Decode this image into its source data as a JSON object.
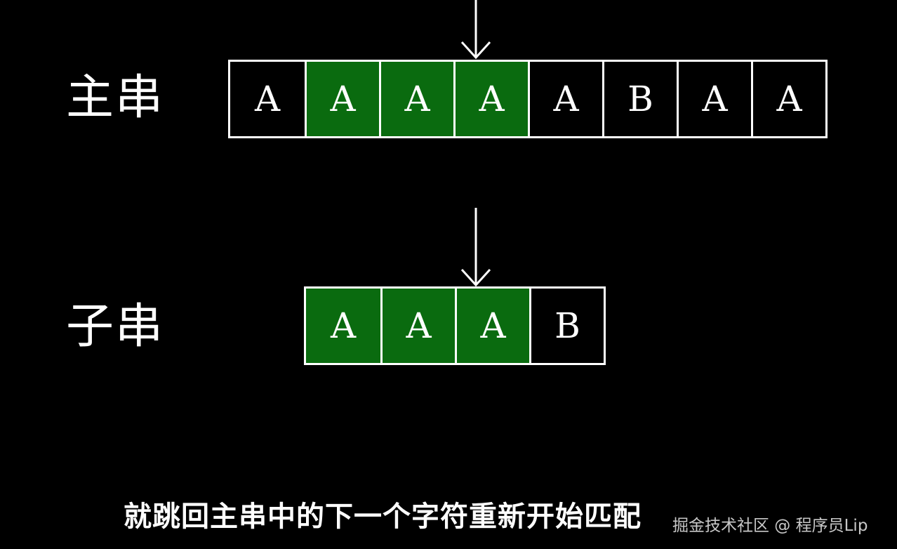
{
  "colors": {
    "background": "#000000",
    "match_fill": "#0a6b0f",
    "cell_border": "#ffffff",
    "text": "#ffffff"
  },
  "main_string": {
    "label": "主串",
    "cells": [
      {
        "char": "A",
        "matched": false
      },
      {
        "char": "A",
        "matched": true
      },
      {
        "char": "A",
        "matched": true
      },
      {
        "char": "A",
        "matched": true
      },
      {
        "char": "A",
        "matched": false
      },
      {
        "char": "B",
        "matched": false
      },
      {
        "char": "A",
        "matched": false
      },
      {
        "char": "A",
        "matched": false
      }
    ],
    "pointer_index": 3
  },
  "sub_string": {
    "label": "子串",
    "cells": [
      {
        "char": "A",
        "matched": true
      },
      {
        "char": "A",
        "matched": true
      },
      {
        "char": "A",
        "matched": true
      },
      {
        "char": "B",
        "matched": false
      }
    ],
    "pointer_index": 2
  },
  "caption": "就跳回主串中的下一个字符重新开始匹配",
  "watermark": "掘金技术社区 @ 程序员Lip"
}
